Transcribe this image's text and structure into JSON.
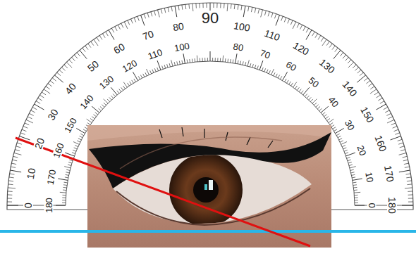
{
  "diagram": {
    "labels": [
      "0",
      "10",
      "20",
      "30",
      "40",
      "50",
      "60",
      "70",
      "80",
      "90",
      "100",
      "110",
      "120",
      "130",
      "140",
      "150",
      "160",
      "170",
      "180",
      "180",
      "170",
      "160",
      "150",
      "140",
      "130",
      "120",
      "110",
      "100",
      "80",
      "70",
      "60",
      "50",
      "40",
      "30",
      "20",
      "10",
      "0"
    ]
  }
}
